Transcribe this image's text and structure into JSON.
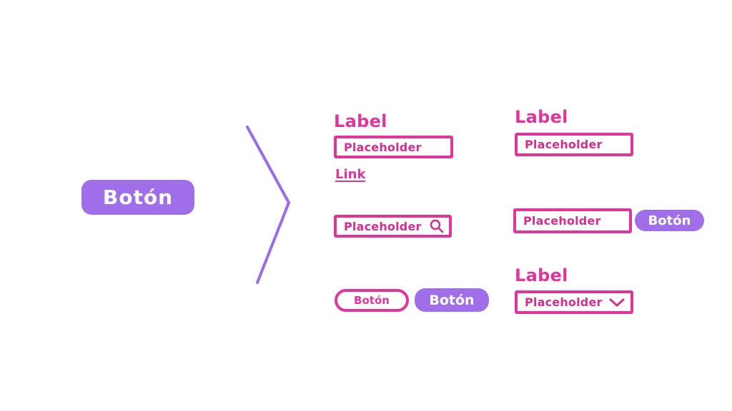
{
  "main_button": {
    "label": "Botón"
  },
  "variants": {
    "labeled_input_left": {
      "label": "Label",
      "placeholder": "Placeholder",
      "link": "Link"
    },
    "labeled_input_right": {
      "label": "Label",
      "placeholder": "Placeholder"
    },
    "search_input": {
      "placeholder": "Placeholder",
      "icon": "search-icon"
    },
    "input_with_button": {
      "placeholder": "Placeholder",
      "button": "Botón"
    },
    "button_pair": {
      "outline": "Botón",
      "solid": "Botón"
    },
    "select_input": {
      "label": "Label",
      "placeholder": "Placeholder",
      "icon": "chevron-down-icon"
    }
  },
  "colors": {
    "primary": "#a06ee8",
    "accent": "#e0359a"
  }
}
